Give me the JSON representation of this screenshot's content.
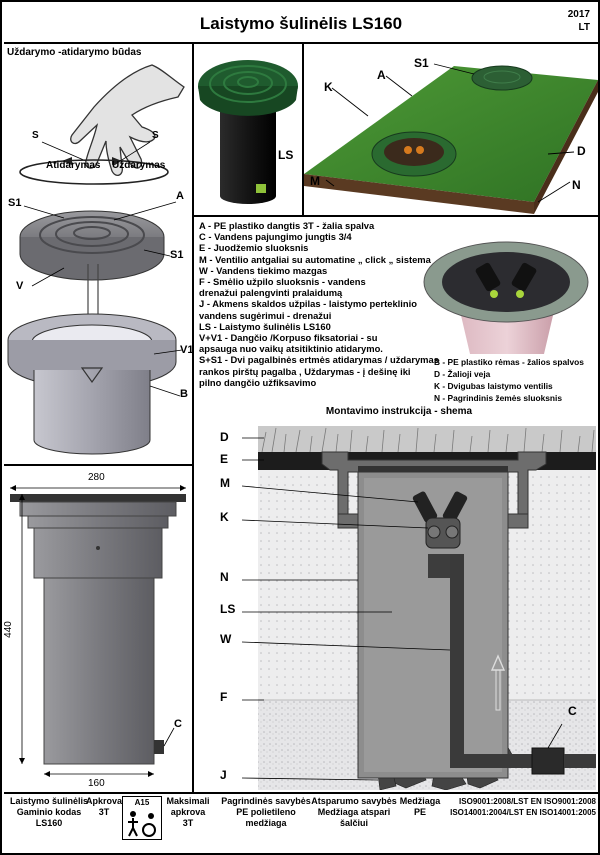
{
  "title": "Laistymo šulinėlis LS160",
  "year": "2017",
  "country": "LT",
  "open_close": {
    "heading": "Uždarymo -atidarymo būdas",
    "s_left": "S",
    "s_right": "S",
    "open": "Atidarymas",
    "close": "Uždarymas"
  },
  "exploded": {
    "s1_top": "S1",
    "a": "A",
    "s1_right": "S1",
    "v": "V",
    "v1": "V1",
    "b": "B"
  },
  "product_label": "LS",
  "lawn_labels": {
    "k": "K",
    "a": "A",
    "s1": "S1",
    "d": "D",
    "m": "M",
    "n": "N"
  },
  "legend": [
    "A - PE plastiko dangtis  3T - žalia spalva",
    "C -  Vandens pajungimo jungtis  3/4",
    "E -   Juodžemio sluoksnis",
    "M -  Ventilio antgaliai su automatine „ click „ sistema",
    "W - Vandens tiekimo mazgas",
    " F -  Smėlio užpilo sluoksnis - vandens",
    "      drenažui palengvinti pralaidumą",
    "J -    Akmens skaldos užpilas - laistymo perteklinio",
    "       vandens sugėrimui - drenažui",
    "LS -     Laistymo šulinėlis LS160",
    "V+V1 - Dangčio /Korpuso fiksatoriai - su",
    "         apsauga nuo  vaikų atsitiktinio atidarymo.",
    "S+S1 - Dvi pagalbinės ertmės atidarymas / uždarymas",
    "          rankos pirštų pagalba , Uždarymas - į dešinę iki",
    "          pilno dangčio  užfiksavimo"
  ],
  "legend_right": [
    "B - PE plastiko rėmas - žalios spalvos",
    "D - Žalioji veja",
    "K - Dvigubas laistymo  ventilis",
    "N - Pagrindinis žemės sluoksnis"
  ],
  "install": {
    "heading": "Montavimo instrukcija - shema",
    "labels": [
      "D",
      "E",
      "M",
      "K",
      "N",
      "LS",
      "W",
      "F",
      "J"
    ],
    "c": "C"
  },
  "dimensions": {
    "top": "280",
    "height": "440",
    "bottom": "160",
    "c": "C"
  },
  "footer": {
    "col1": [
      "Laistymo šulinėlis",
      "Gaminio kodas",
      "LS160"
    ],
    "col2": [
      "Apkrova",
      "",
      "3T"
    ],
    "col3": [
      "A15"
    ],
    "col4": [
      "Maksimali",
      "apkrova",
      "3T"
    ],
    "col5": [
      "Pagrindinės savybės",
      "PE polietileno",
      "medžiaga"
    ],
    "col6": [
      "Atsparumo savybės",
      "Medžiaga atspari",
      "šalčiui"
    ],
    "col7": [
      "Medžiaga",
      "",
      "PE"
    ],
    "col8": [
      "ISO9001:2008/LST EN ISO9001:2008",
      "",
      "ISO14001:2004/LST EN ISO14001:2005"
    ]
  },
  "colors": {
    "green": "#1f5b2e",
    "grass": "#3c8a2c",
    "grey": "#8a8a8f",
    "dark_grey": "#5a5a5f"
  }
}
